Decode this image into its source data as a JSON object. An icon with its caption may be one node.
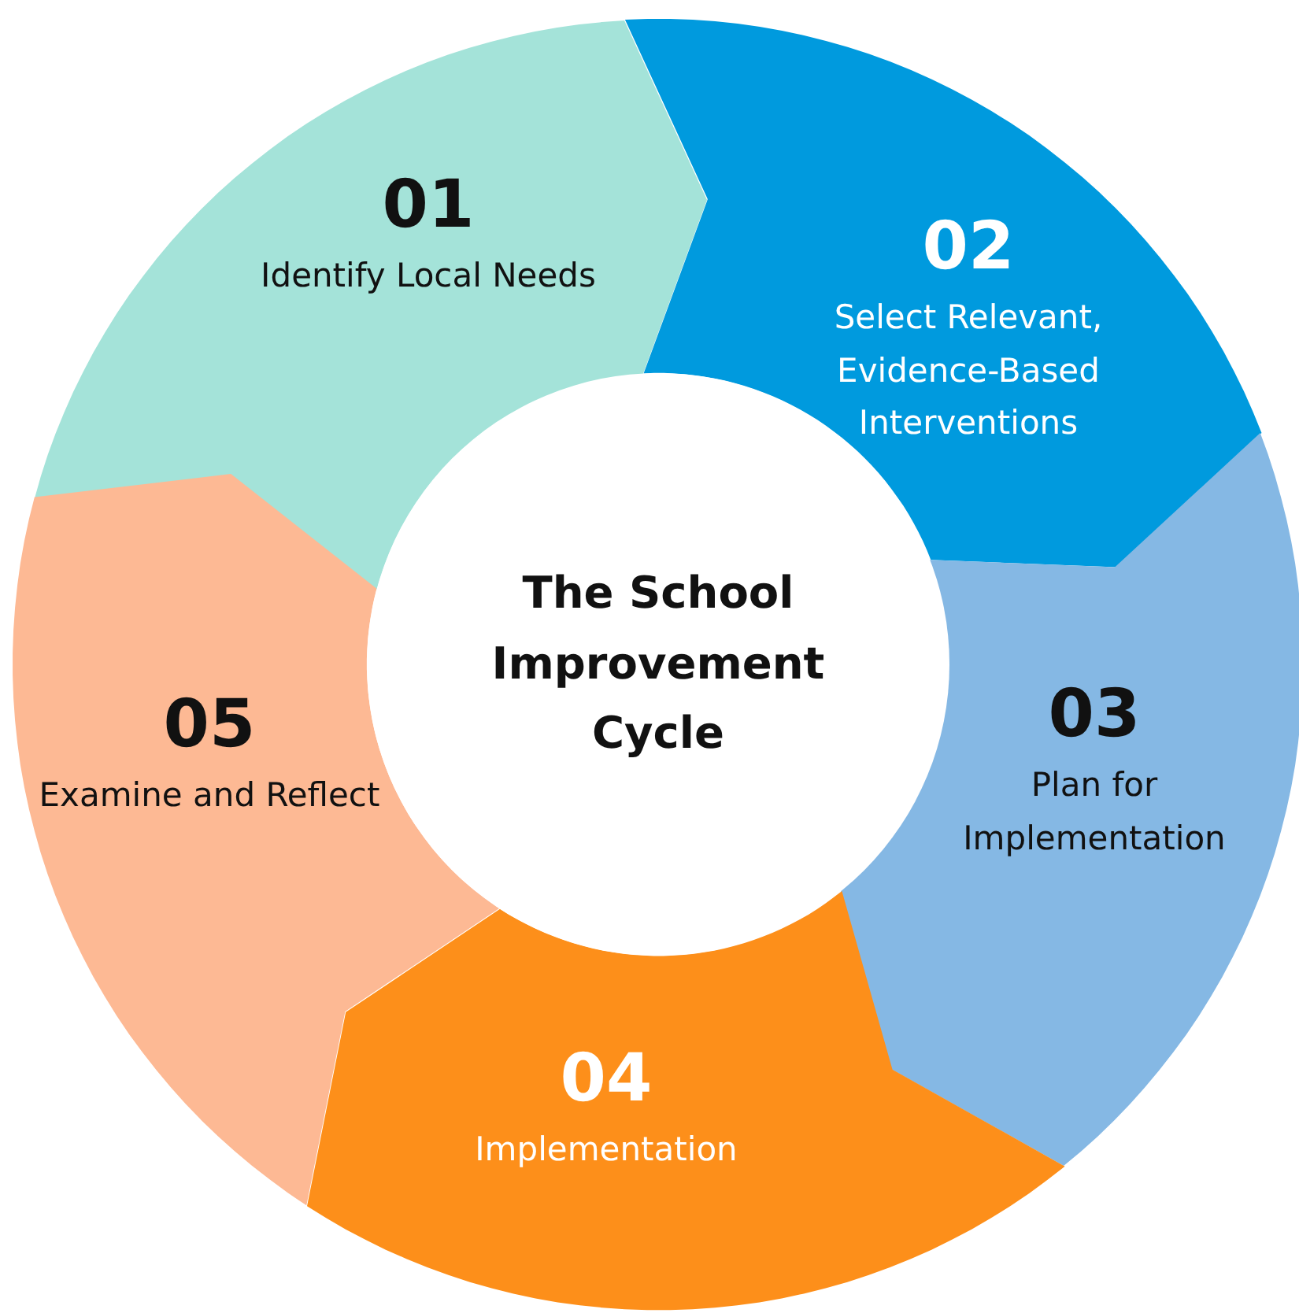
{
  "diagram": {
    "nodes": [
      {
        "text": [
          "01",
          "Identify Local Needs"
        ]
      },
      {
        "text": [
          "02",
          "Select Relevant, Evidence-Based Interventions"
        ]
      },
      {
        "text": [
          "The School Improvement Cycle"
        ]
      },
      {
        "text": [
          "05",
          "Examine and Reflect"
        ]
      },
      {
        "text": [
          "03",
          "Plan for Implementation"
        ]
      },
      {
        "text": [
          "04",
          "Implementation"
        ]
      }
    ]
  }
}
